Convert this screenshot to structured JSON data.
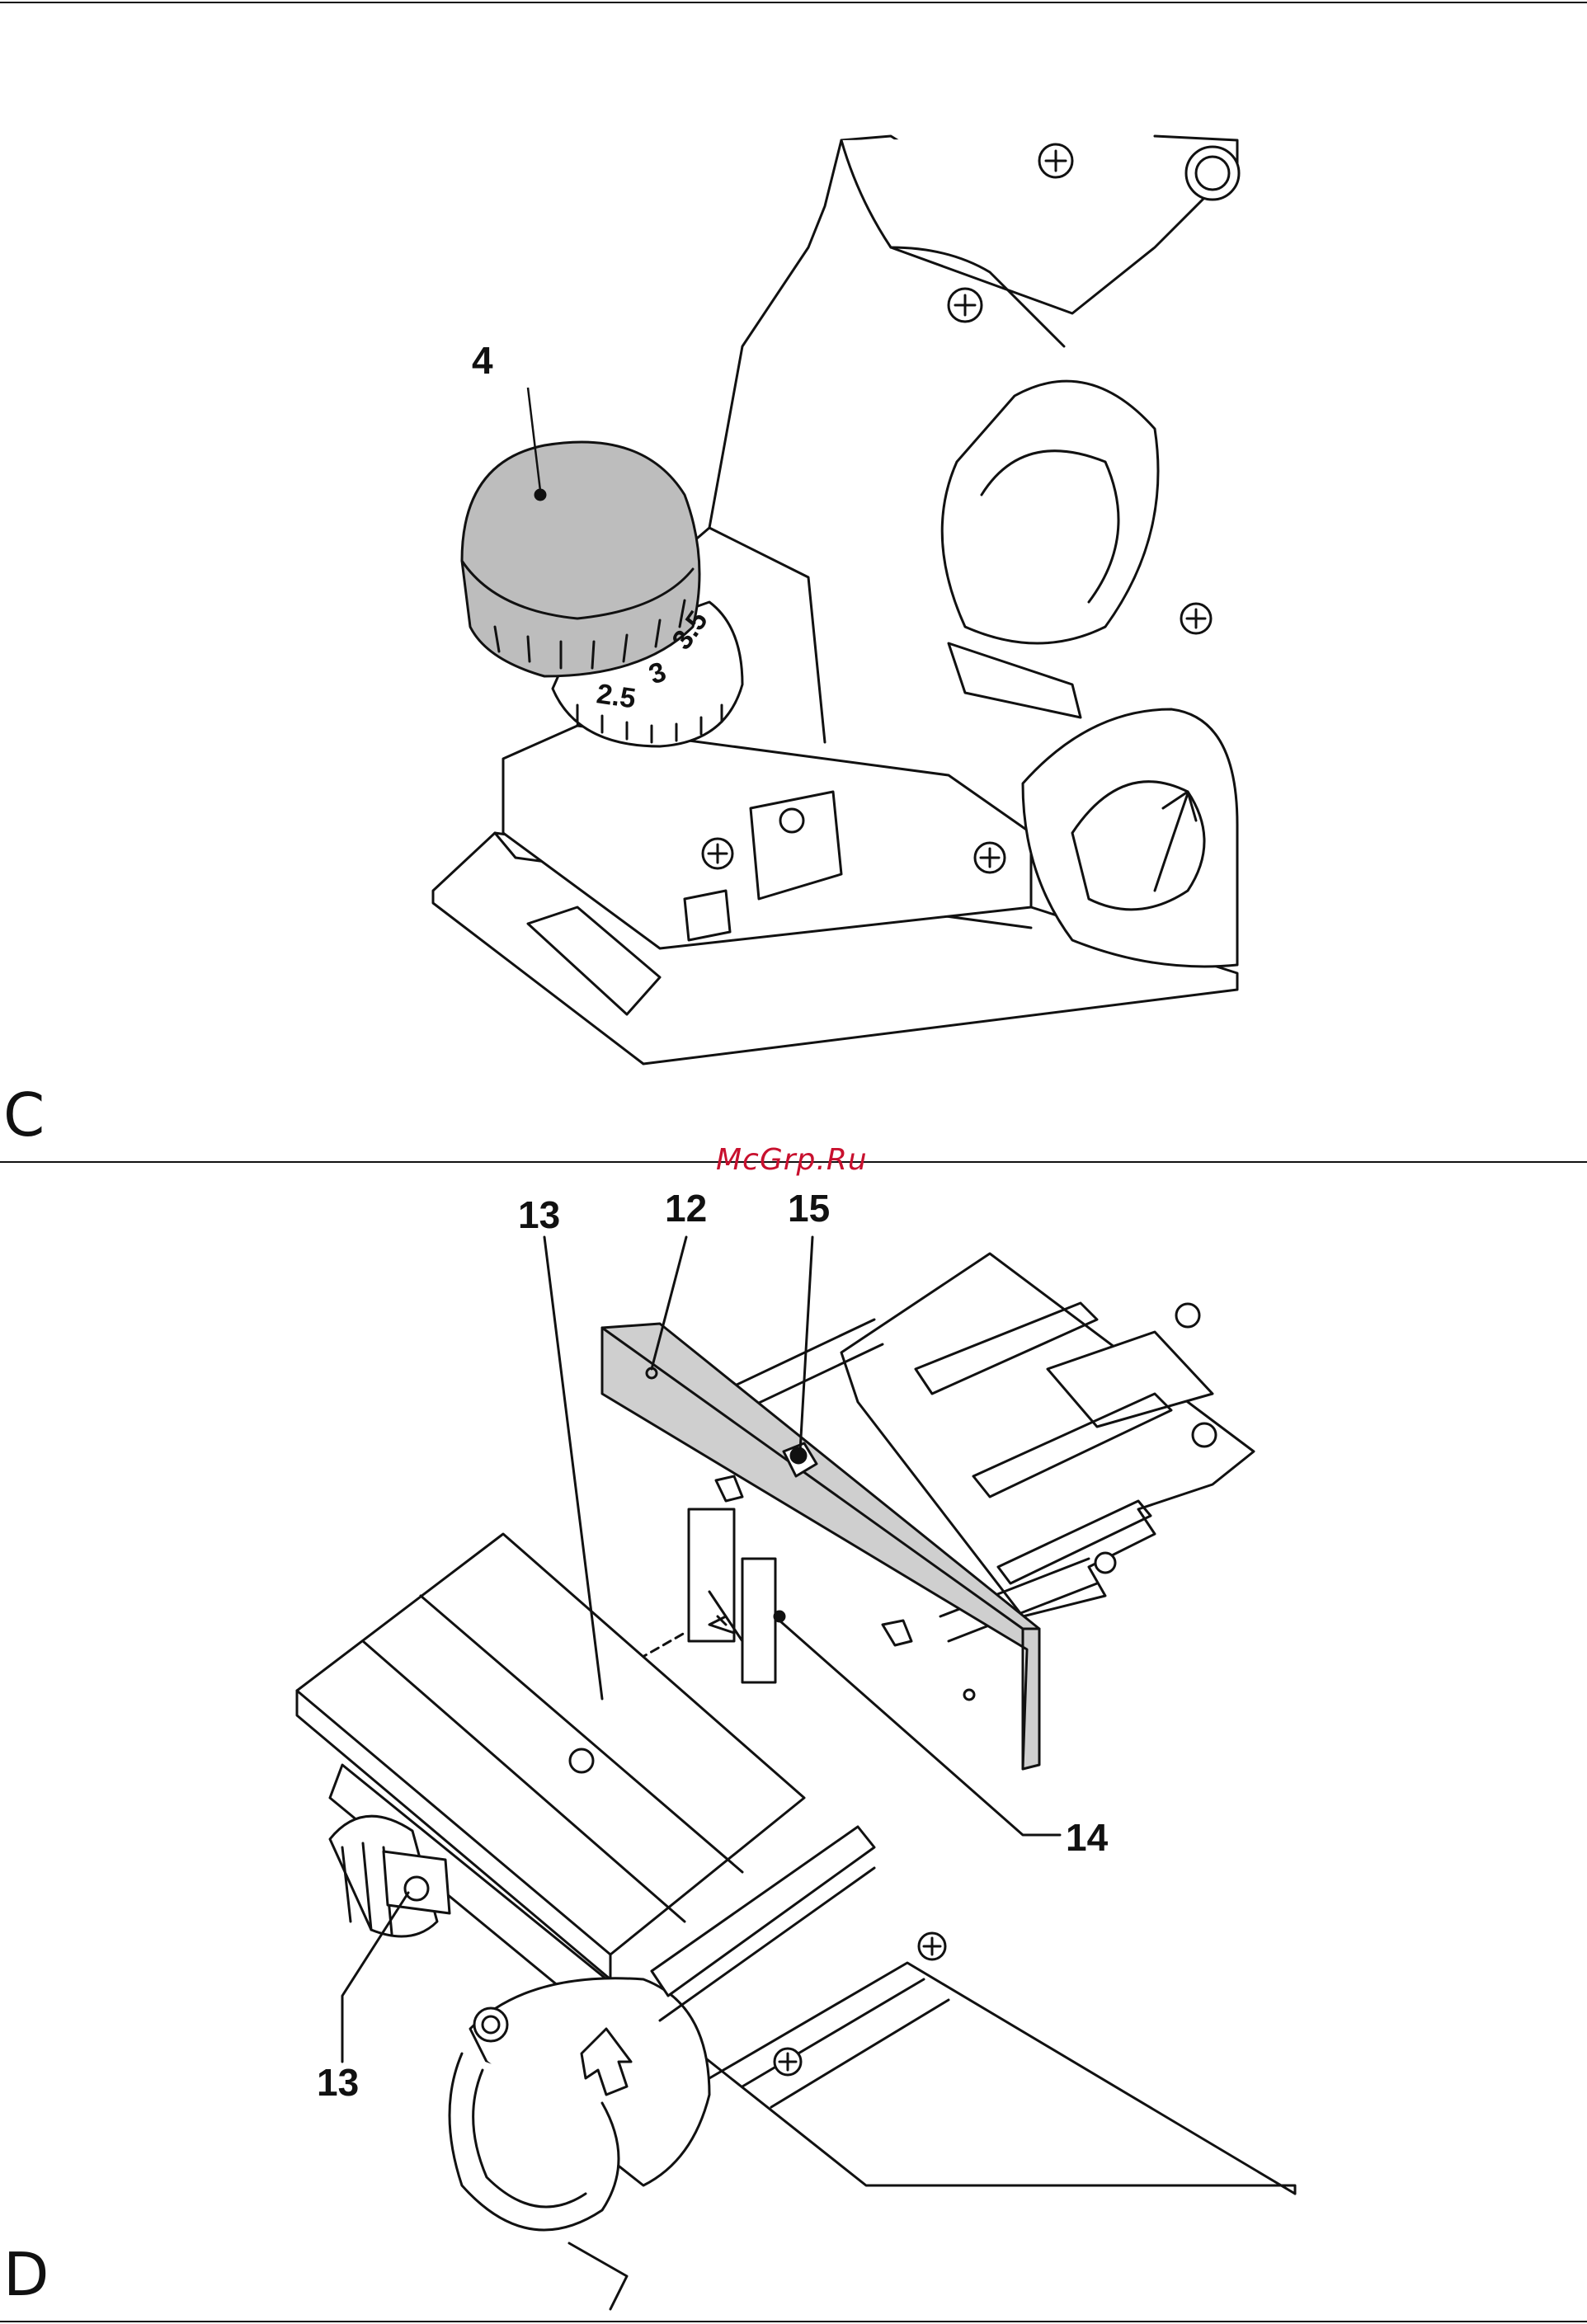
{
  "panels": [
    {
      "letter": "C",
      "callouts": [
        "4"
      ],
      "dial_marks": [
        "2.5",
        "3",
        "3.5"
      ]
    },
    {
      "letter": "D",
      "callouts": [
        "13",
        "12",
        "15",
        "14",
        "13"
      ]
    }
  ],
  "watermark": "McGrp.Ru",
  "colors": {
    "ink": "#111111",
    "fence": "#cfcfcf",
    "knob": "#bdbdbd",
    "watermark": "#c8102e"
  }
}
